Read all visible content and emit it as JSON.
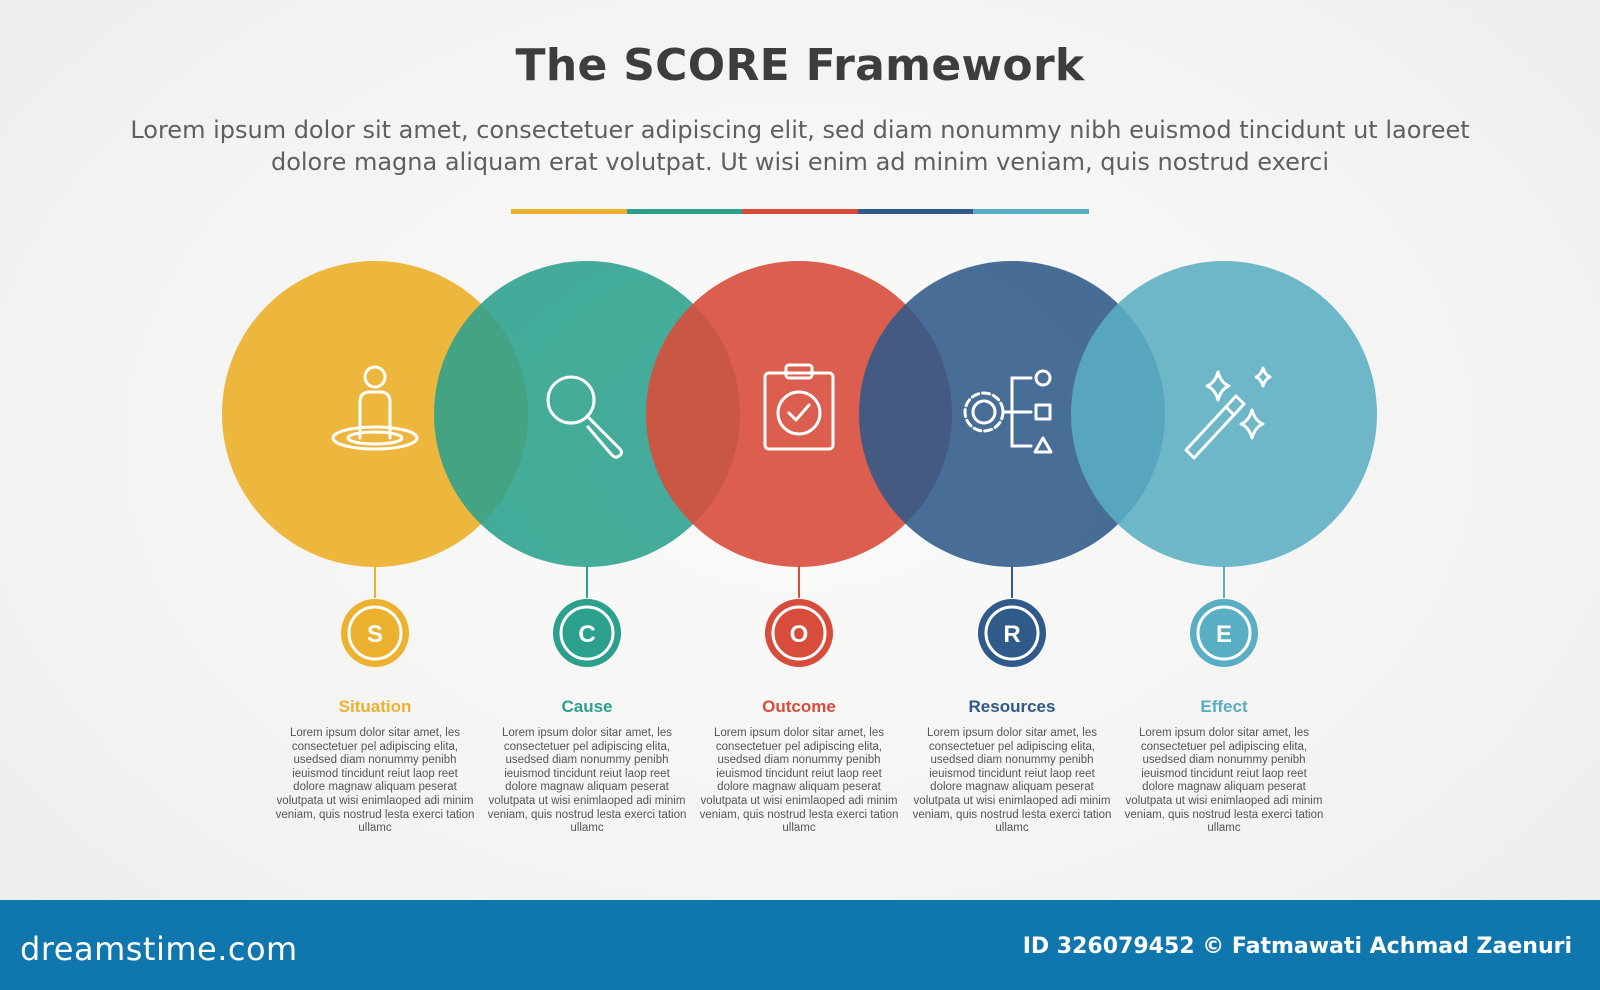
{
  "title": "The SCORE Framework",
  "subtitle": "Lorem ipsum dolor sit amet, consectetuer adipiscing elit, sed diam nonummy nibh euismod tincidunt ut laoreet dolore magna aliquam erat volutpat. Ut wisi enim ad minim veniam, quis nostrud exerci",
  "accent_colors": [
    "#ecb12e",
    "#2ba08d",
    "#d84c3b",
    "#2f5a8a",
    "#5aaec3"
  ],
  "steps": [
    {
      "letter": "S",
      "title": "Situation",
      "color": "#ecb12e",
      "icon": "person-standing-on-spot-icon",
      "description": "Lorem ipsum dolor sitar amet, les consectetuer pel adipiscing elita, usedsed diam nonummy penibh ieuismod tincidunt reiut laop reet dolore magnaw aliquam peserat volutpata ut wisi enimlaoped adi minim veniam, quis nostrud lesta exerci tation ullamc"
    },
    {
      "letter": "C",
      "title": "Cause",
      "color": "#2ba08d",
      "icon": "magnifying-glass-icon",
      "description": "Lorem ipsum dolor sitar amet, les consectetuer pel adipiscing elita, usedsed diam nonummy penibh ieuismod tincidunt reiut laop reet dolore magnaw aliquam peserat volutpata ut wisi enimlaoped adi minim veniam, quis nostrud lesta exerci tation ullamc"
    },
    {
      "letter": "O",
      "title": "Outcome",
      "color": "#d84c3b",
      "icon": "clipboard-check-icon",
      "description": "Lorem ipsum dolor sitar amet, les consectetuer pel adipiscing elita, usedsed diam nonummy penibh ieuismod tincidunt reiut laop reet dolore magnaw aliquam peserat volutpata ut wisi enimlaoped adi minim veniam, quis nostrud lesta exerci tation ullamc"
    },
    {
      "letter": "R",
      "title": "Resources",
      "color": "#2f5a8a",
      "icon": "gear-shapes-icon",
      "description": "Lorem ipsum dolor sitar amet, les consectetuer pel adipiscing elita, usedsed diam nonummy penibh ieuismod tincidunt reiut laop reet dolore magnaw aliquam peserat volutpata ut wisi enimlaoped adi minim veniam, quis nostrud lesta exerci tation ullamc"
    },
    {
      "letter": "E",
      "title": "Effect",
      "color": "#5aaec3",
      "icon": "magic-wand-icon",
      "description": "Lorem ipsum dolor sitar amet, les consectetuer pel adipiscing elita, usedsed diam nonummy penibh ieuismod tincidunt reiut laop reet dolore magnaw aliquam peserat volutpata ut wisi enimlaoped adi minim veniam, quis nostrud lesta exerci tation ullamc"
    }
  ],
  "footer": {
    "logo": "dreamstime.com",
    "credit": "ID 326079452 © Fatmawati Achmad Zaenuri"
  }
}
